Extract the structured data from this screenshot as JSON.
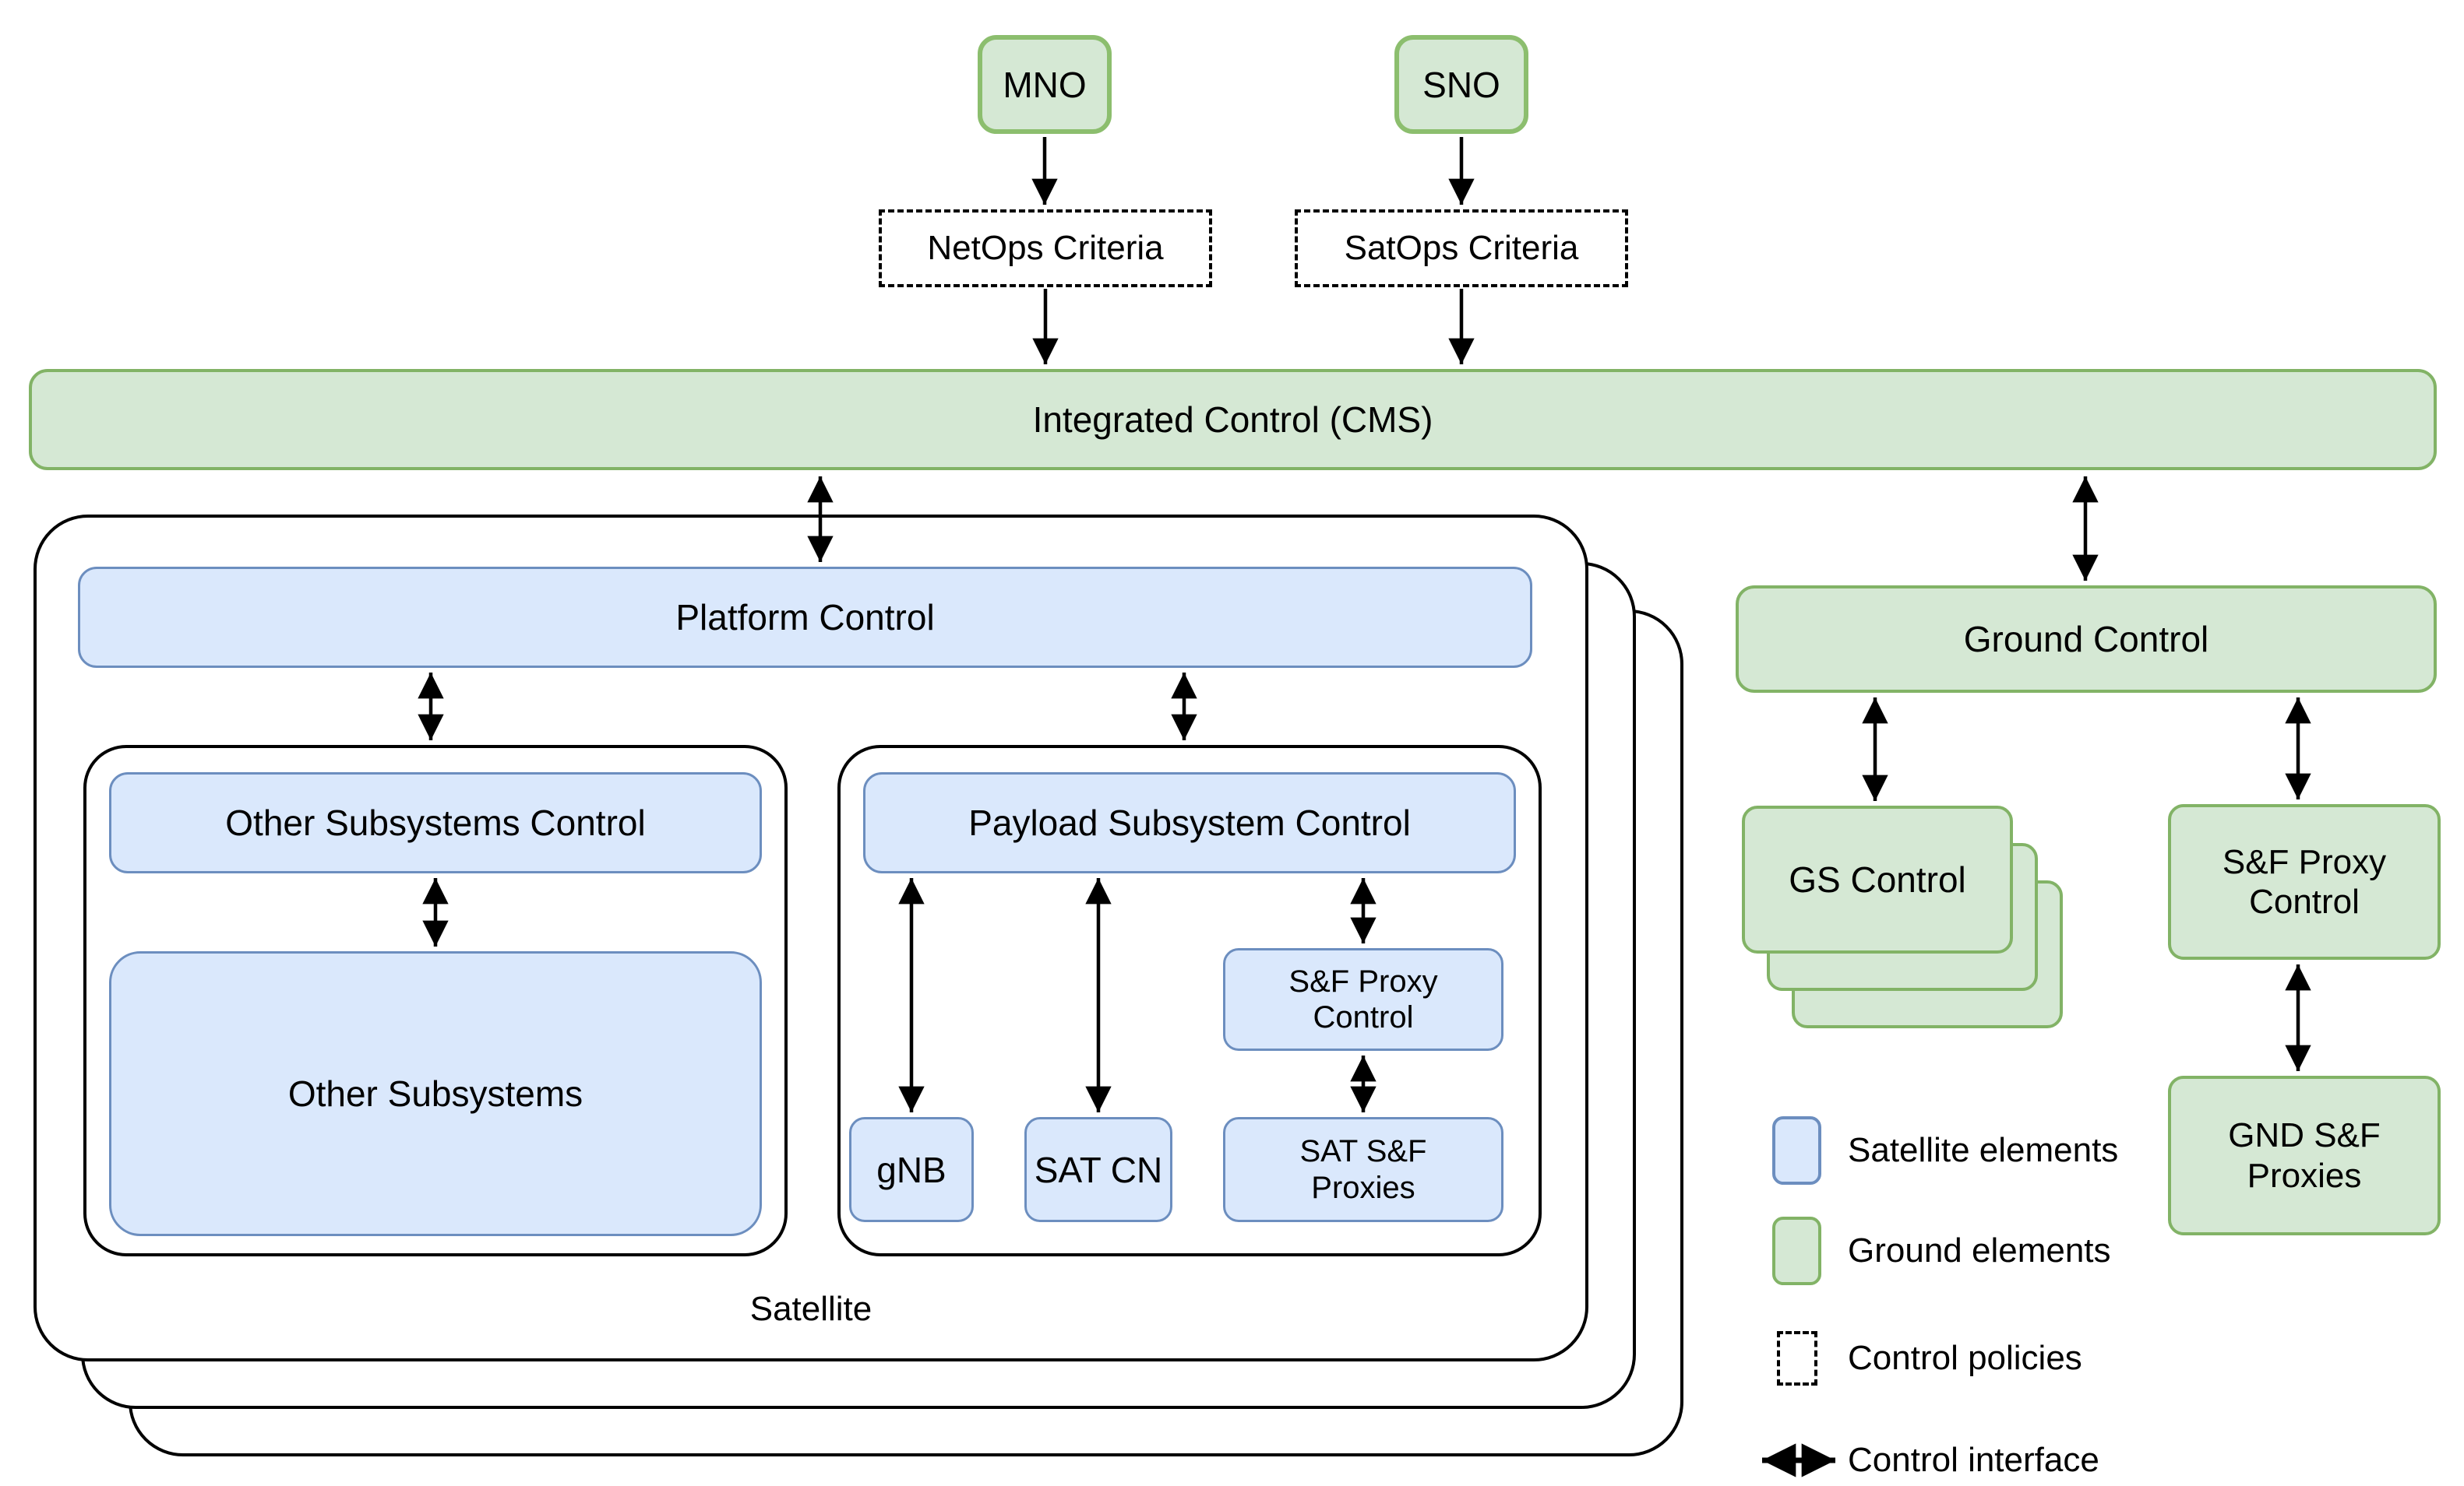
{
  "diagram": {
    "operators": {
      "mno": "MNO",
      "sno": "SNO"
    },
    "policies": {
      "netops": "NetOps Criteria",
      "satops": "SatOps Criteria"
    },
    "cms_label": "Integrated Control (CMS)",
    "satellite": {
      "label": "Satellite",
      "platform_control": "Platform Control",
      "other_subsystems_control": "Other Subsystems Control",
      "other_subsystems": "Other Subsystems",
      "payload_subsystem_control": "Payload Subsystem Control",
      "gnb": "gNB",
      "sat_cn": "SAT CN",
      "sf_proxy_control": "S&F Proxy\nControl",
      "sat_sf_proxies": "SAT S&F\nProxies"
    },
    "ground": {
      "ground_control": "Ground Control",
      "gs_control": "GS Control",
      "sf_proxy_control": "S&F Proxy\nControl",
      "gnd_sf_proxies": "GND S&F\nProxies"
    },
    "legend": {
      "satellite_elements": "Satellite elements",
      "ground_elements": "Ground elements",
      "control_policies": "Control policies",
      "control_interface": "Control interface"
    },
    "colors": {
      "satellite_fill": "#dae8fc",
      "satellite_border": "#6c8ebf",
      "ground_fill": "#d5e8d4",
      "ground_border": "#82b366",
      "operator_border": "#8cbe6e"
    }
  }
}
